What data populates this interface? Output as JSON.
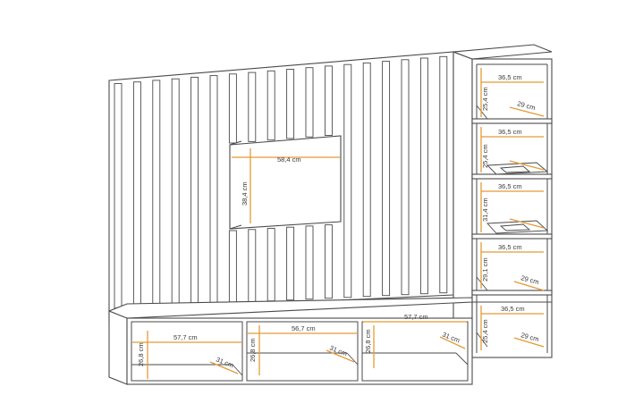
{
  "accent_color": "#e39a35",
  "line_color": "#4a4a4a",
  "dimensions": {
    "tv_opening_width": "58,4 cm",
    "tv_opening_height": "38,4 cm",
    "right_shelf_1_width": "36,5 cm",
    "right_shelf_1_height": "25,4 cm",
    "right_shelf_1_depth": "29 cm",
    "right_shelf_2_width": "36,5 cm",
    "right_shelf_2_height": "25,4 cm",
    "right_shelf_3_width": "36,5 cm",
    "right_shelf_3_height": "31,4 cm",
    "right_shelf_4_width": "36,5 cm",
    "right_shelf_4_height": "29,1 cm",
    "right_shelf_4_depth": "29 cm",
    "right_base_width": "36,5 cm",
    "right_base_height": "25,4 cm",
    "right_base_depth": "29 cm",
    "base_left_width": "57,7 cm",
    "base_left_height": "26,8 cm",
    "base_left_depth": "31 cm",
    "base_mid_width": "56,7 cm",
    "base_mid_height": "26,8 cm",
    "base_mid_depth": "31 cm",
    "base_right_width": "57,7 cm",
    "base_right_height": "26,8 cm",
    "base_right_depth": "31 cm"
  }
}
